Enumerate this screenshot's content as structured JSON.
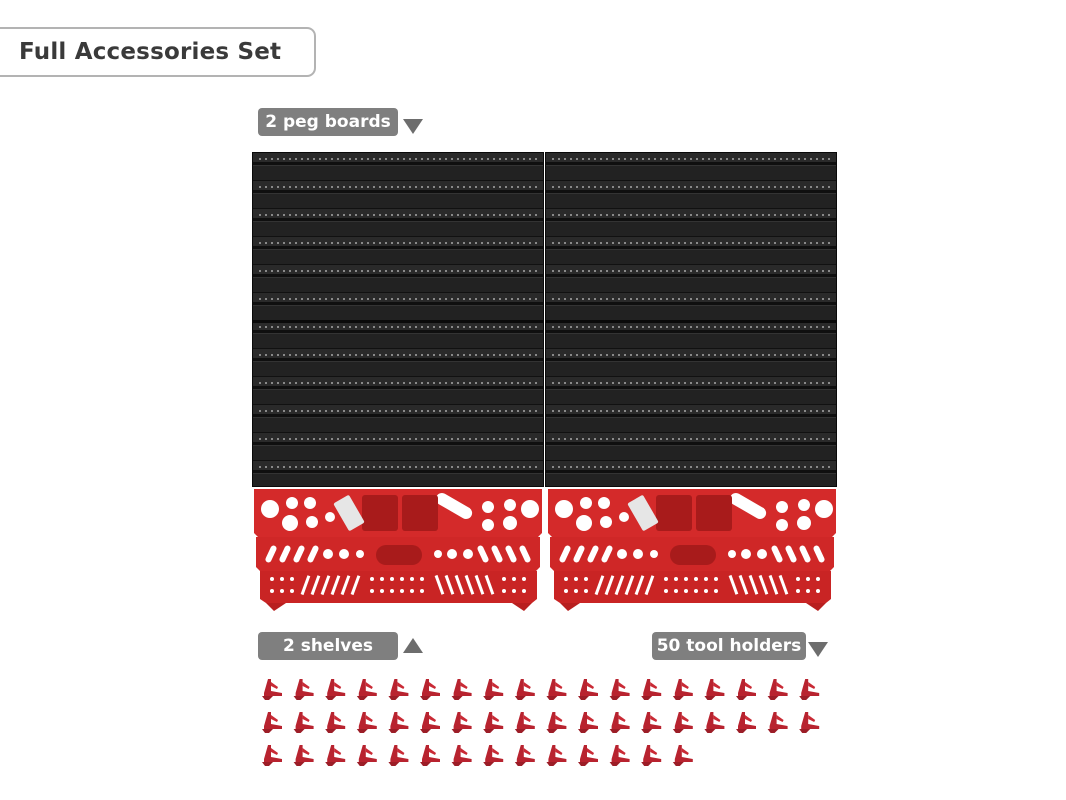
{
  "title": "Full Accessories Set",
  "labels": {
    "pegboards": "2 peg boards",
    "shelves": "2 shelves",
    "holders": "50 tool holders"
  },
  "product": {
    "pegboard_count": 2,
    "shelf_count": 2,
    "tool_holder_count": 50
  },
  "colors": {
    "pegboard": "#1d1d1d",
    "shelf_red": "#d42a2a",
    "holder_red": "#b8232f",
    "label_bg": "#7f7f7f"
  }
}
